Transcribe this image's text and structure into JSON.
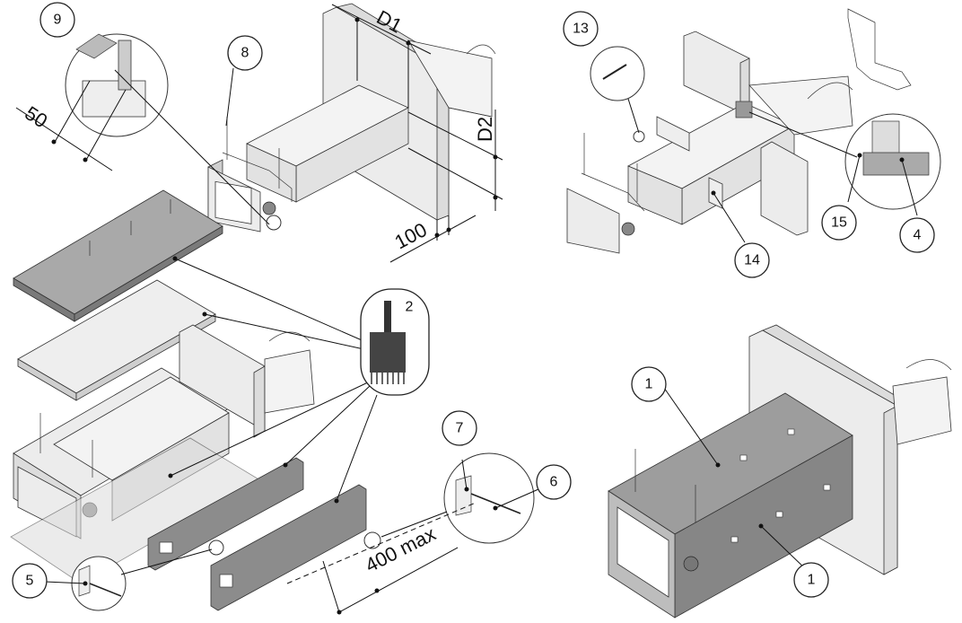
{
  "callouts": {
    "c1a": "1",
    "c1b": "1",
    "c2": "2",
    "c4": "4",
    "c5": "5",
    "c6": "6",
    "c7": "7",
    "c8": "8",
    "c9": "9",
    "c13": "13",
    "c14": "14",
    "c15": "15"
  },
  "dimensions": {
    "d1": "D1",
    "d2": "D2",
    "d50": "50",
    "d100": "100",
    "d400": "400 max"
  }
}
